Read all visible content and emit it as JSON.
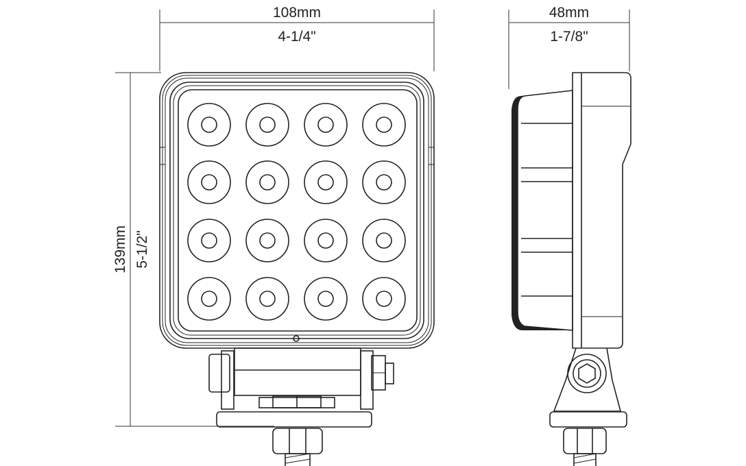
{
  "dimensions": {
    "width_mm": "108mm",
    "width_in": "4-1/4\"",
    "depth_mm": "48mm",
    "depth_in": "1-7/8\"",
    "height_mm": "139mm",
    "height_in": "5-1/2\""
  },
  "lens_grid": {
    "rows": 4,
    "cols": 4
  },
  "colors": {
    "line": "#222222",
    "background": "#ffffff"
  }
}
